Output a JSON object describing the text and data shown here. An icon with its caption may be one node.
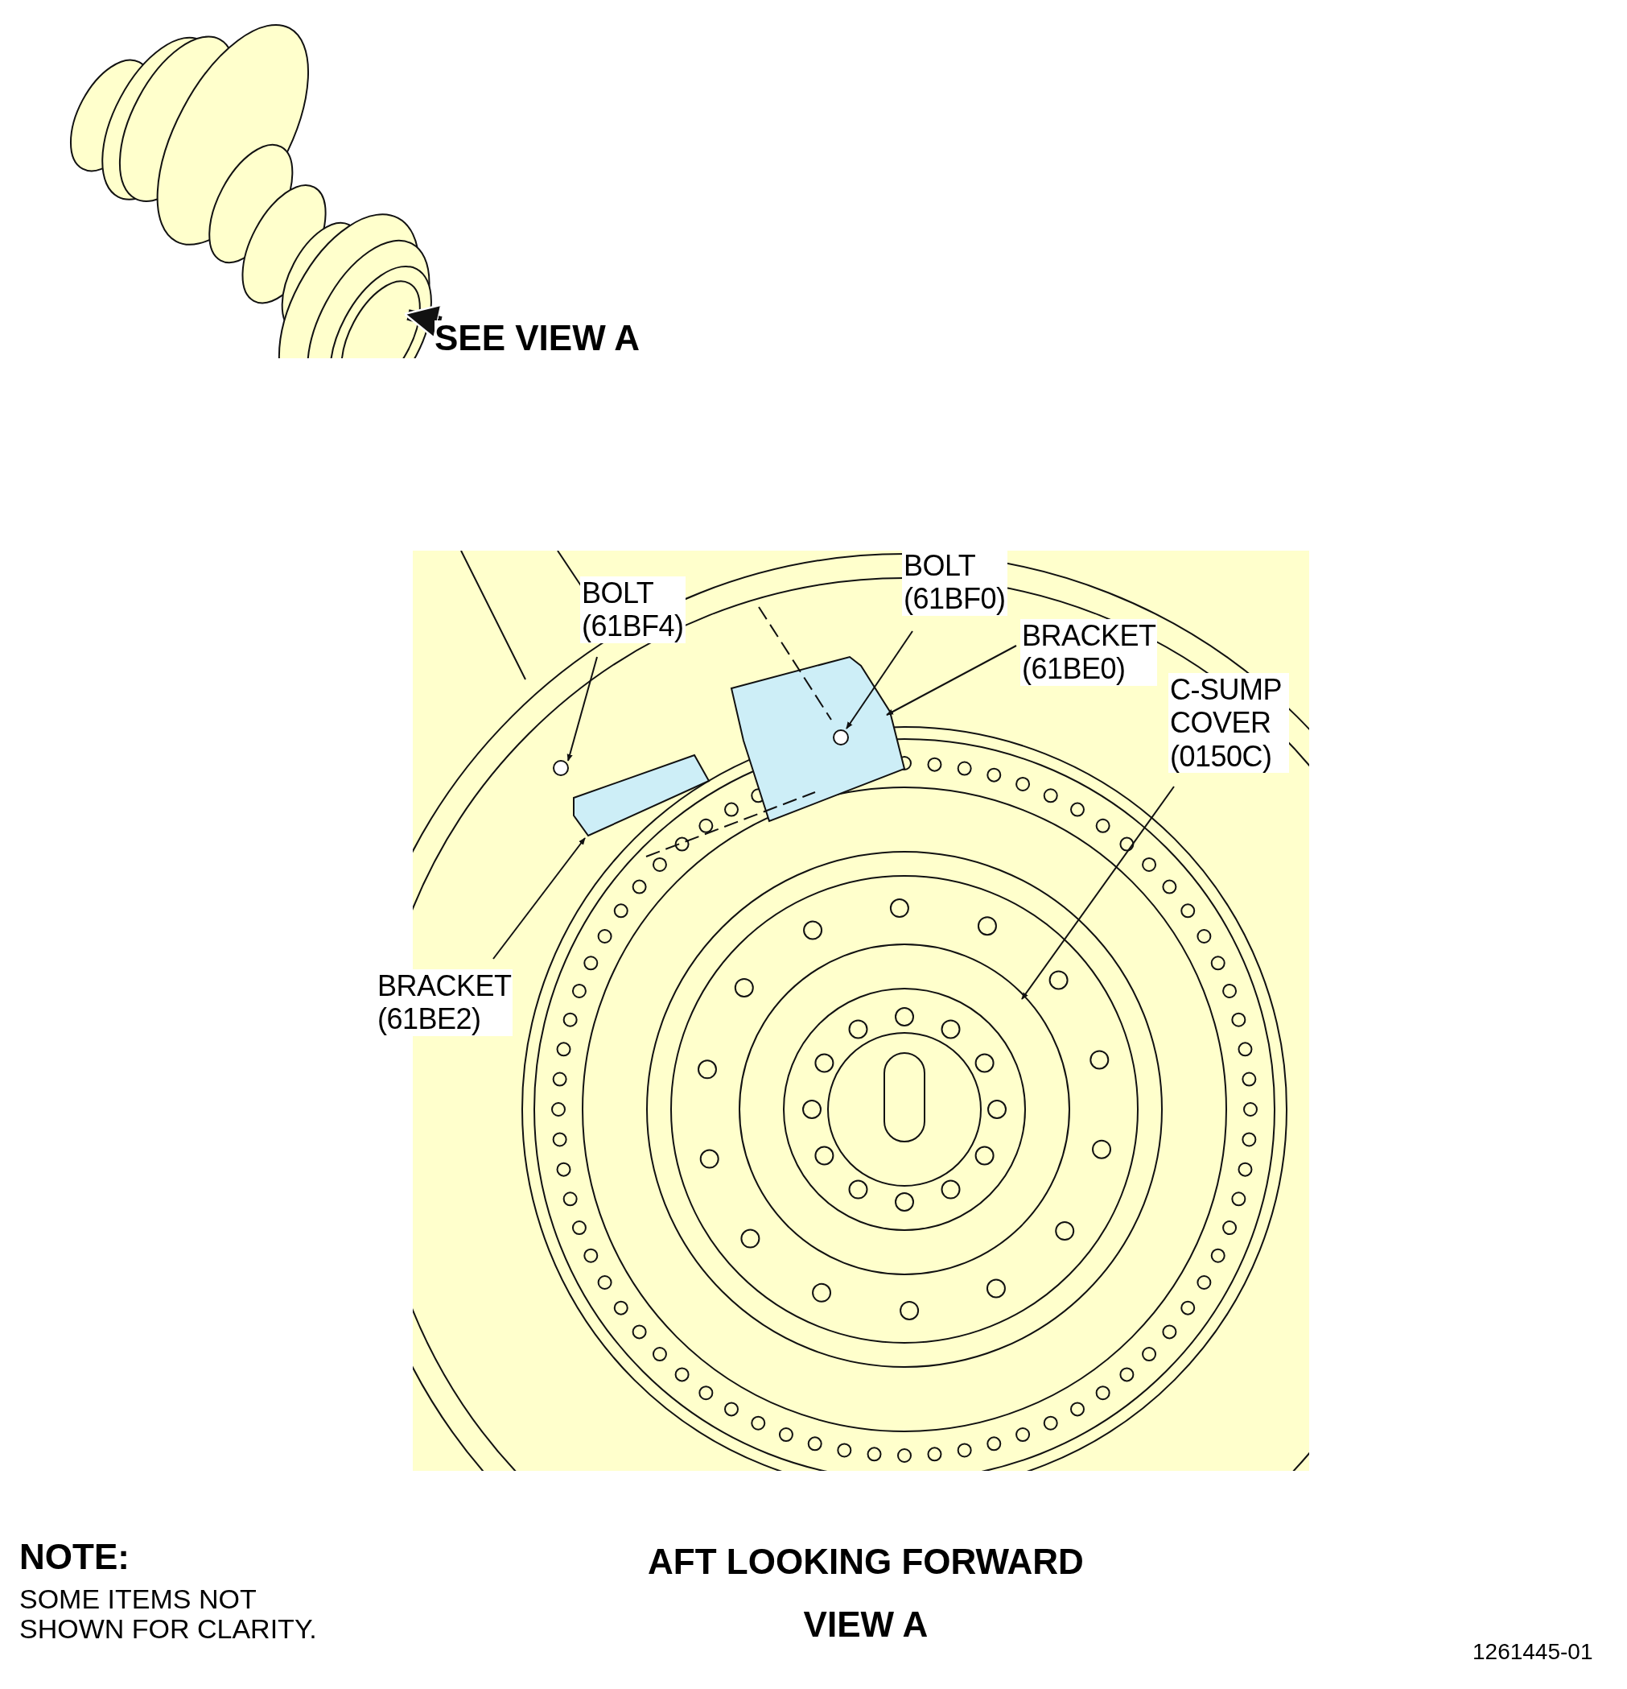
{
  "diagram": {
    "nodes": [
      {
        "text": [],
        "shape": "picture"
      },
      {
        "text": [
          "SEE VIEW A"
        ]
      },
      {
        "text": [
          "BOLT (61BF4)"
        ]
      },
      {
        "text": [
          "BOLT (61BF0)"
        ]
      },
      {
        "text": [
          "BRACKET (61BE0)"
        ]
      },
      {
        "text": [
          "C-SUMP COVER (0150C)"
        ]
      },
      {
        "text": [
          "BRACKET (61BE2)"
        ]
      }
    ],
    "edges": [
      {
        "from": 1,
        "to": 0,
        "arrow": "to",
        "style": "thick"
      },
      {
        "from": 2,
        "to": null,
        "arrow": "to"
      },
      {
        "from": 3,
        "to": null,
        "arrow": "to"
      },
      {
        "from": 4,
        "to": null,
        "arrow": "to"
      },
      {
        "from": 5,
        "to": null,
        "arrow": "to"
      },
      {
        "from": 6,
        "to": null,
        "arrow": "to"
      }
    ],
    "labels": [
      "NOTE:",
      "SOME ITEMS NOT SHOWN FOR CLARITY.",
      "AFT LOOKING FORWARD",
      "VIEW A",
      "1261445-01"
    ]
  }
}
